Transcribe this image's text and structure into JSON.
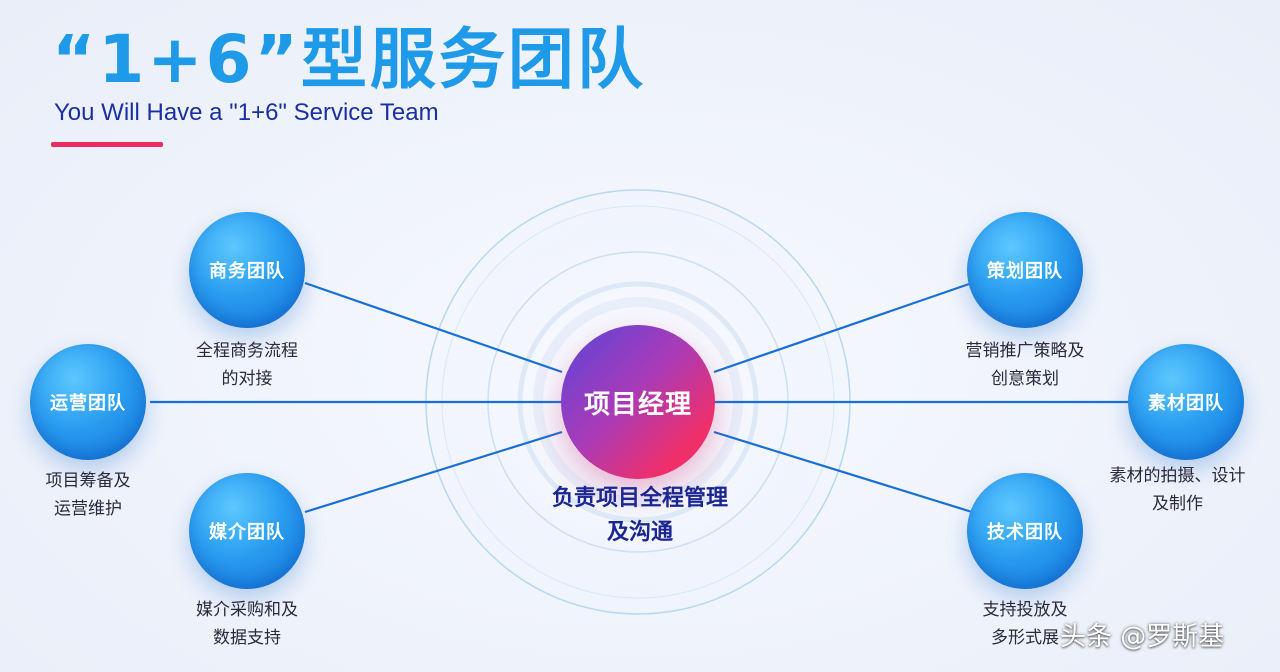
{
  "title": "“1+6”型服务团队",
  "subtitle": "You Will Have a \"1+6\" Service Team",
  "colors": {
    "title": "#1f9ae8",
    "subtitle": "#1b2fa0",
    "underline": "#e72e5e",
    "node": "#1f8be8",
    "center_start": "#5a45d8",
    "center_end": "#f2306a",
    "line": "#1a6fd4"
  },
  "center": {
    "label": "项目经理",
    "desc_line1": "负责项目全程管理",
    "desc_line2": "及沟通"
  },
  "teams": [
    {
      "id": "business",
      "label": "商务团队",
      "desc_line1": "全程商务流程",
      "desc_line2": "的对接"
    },
    {
      "id": "operations",
      "label": "运营团队",
      "desc_line1": "项目筹备及",
      "desc_line2": "运营维护"
    },
    {
      "id": "media",
      "label": "媒介团队",
      "desc_line1": "媒介采购和及",
      "desc_line2": "数据支持"
    },
    {
      "id": "planning",
      "label": "策划团队",
      "desc_line1": "营销推广策略及",
      "desc_line2": "创意策划"
    },
    {
      "id": "materials",
      "label": "素材团队",
      "desc_line1": "素材的拍摄、设计",
      "desc_line2": "及制作"
    },
    {
      "id": "tech",
      "label": "技术团队",
      "desc_line1": "支持投放及",
      "desc_line2": "多形式展"
    }
  ],
  "watermark": "头条 @罗斯基"
}
